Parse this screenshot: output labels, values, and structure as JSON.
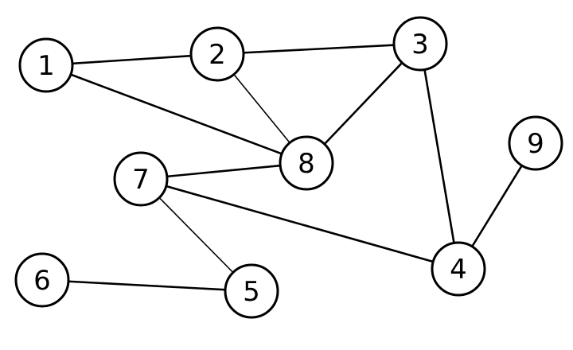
{
  "graph": {
    "nodes": [
      {
        "id": "1",
        "label": "1"
      },
      {
        "id": "2",
        "label": "2"
      },
      {
        "id": "3",
        "label": "3"
      },
      {
        "id": "4",
        "label": "4"
      },
      {
        "id": "5",
        "label": "5"
      },
      {
        "id": "6",
        "label": "6"
      },
      {
        "id": "7",
        "label": "7"
      },
      {
        "id": "8",
        "label": "8"
      },
      {
        "id": "9",
        "label": "9"
      }
    ],
    "edges": [
      {
        "from": "1",
        "to": "2"
      },
      {
        "from": "1",
        "to": "8"
      },
      {
        "from": "2",
        "to": "3"
      },
      {
        "from": "2",
        "to": "8"
      },
      {
        "from": "3",
        "to": "8"
      },
      {
        "from": "3",
        "to": "4"
      },
      {
        "from": "7",
        "to": "8"
      },
      {
        "from": "7",
        "to": "4"
      },
      {
        "from": "7",
        "to": "5"
      },
      {
        "from": "6",
        "to": "5"
      },
      {
        "from": "9",
        "to": "4"
      }
    ]
  },
  "colors": {
    "stroke": "#000000",
    "fill": "#ffffff"
  }
}
